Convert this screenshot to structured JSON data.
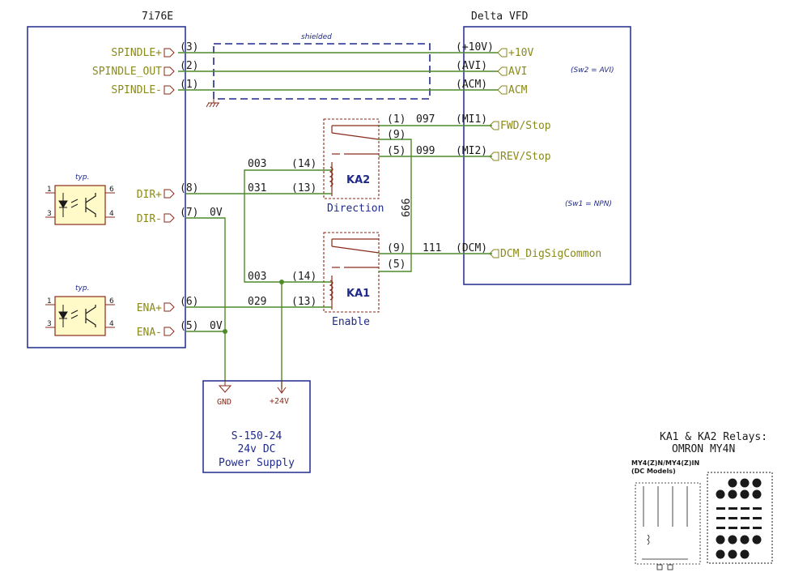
{
  "blocks": {
    "mesa": "7i76E",
    "vfd": "Delta VFD",
    "shield": "shielded",
    "vfd_note_sw2": "(Sw2 = AVI)",
    "vfd_note_sw1": "(Sw1 = NPN)",
    "psu_l1": "S-150-24",
    "psu_l2": "24v DC",
    "psu_l3": "Power Supply",
    "gnd": "GND",
    "v24": "+24V",
    "relay_title_l1": "KA1 & KA2 Relays:",
    "relay_title_l2": "OMRON MY4N",
    "omron_l1": "MY4(Z)N/MY4(Z)IN",
    "omron_l2": "(DC Models)"
  },
  "labels": {
    "spindle_plus": "SPINDLE+",
    "spindle_out": "SPINDLE_OUT",
    "spindle_minus": "SPINDLE-",
    "dir_plus": "DIR+",
    "dir_minus": "DIR-",
    "ena_plus": "ENA+",
    "ena_minus": "ENA-",
    "p10v": "+10V",
    "avi": "AVI",
    "acm": "ACM",
    "fwd": "FWD/Stop",
    "rev": "REV/Stop",
    "dcm": "DCM_DigSigCommon"
  },
  "pins": {
    "m3": "(3)",
    "m2": "(2)",
    "m1": "(1)",
    "m8": "(8)",
    "m7": "(7)",
    "m6": "(6)",
    "m5": "(5)",
    "v10": "(+10V)",
    "vavi": "(AVI)",
    "vacm": "(ACM)",
    "mi1": "(MI1)",
    "mi2": "(MI2)",
    "dcm": "(DCM)",
    "r1": "(1)",
    "r9": "(9)",
    "r5": "(5)",
    "r14": "(14)",
    "r13": "(13)",
    "k9": "(9)",
    "k5": "(5)",
    "k14": "(14)",
    "k13": "(13)"
  },
  "nets": {
    "n097": "097",
    "n099": "099",
    "n003a": "003",
    "n031": "031",
    "n003b": "003",
    "n029": "029",
    "n111": "111",
    "n666": "666",
    "v0a": "0V",
    "v0b": "0V"
  },
  "relays": {
    "ka2": "KA2",
    "ka2_label": "Direction",
    "ka1": "KA1",
    "ka1_label": "Enable"
  },
  "opto": {
    "typ1": "typ.",
    "typ2": "typ.",
    "p1": "1",
    "p3": "3",
    "p6": "6",
    "p4": "4"
  },
  "colors": {
    "wire": "#4f8a2a",
    "box": "#1f2a8a",
    "label": "#8a8a1a",
    "part": "#8a2a1a"
  }
}
